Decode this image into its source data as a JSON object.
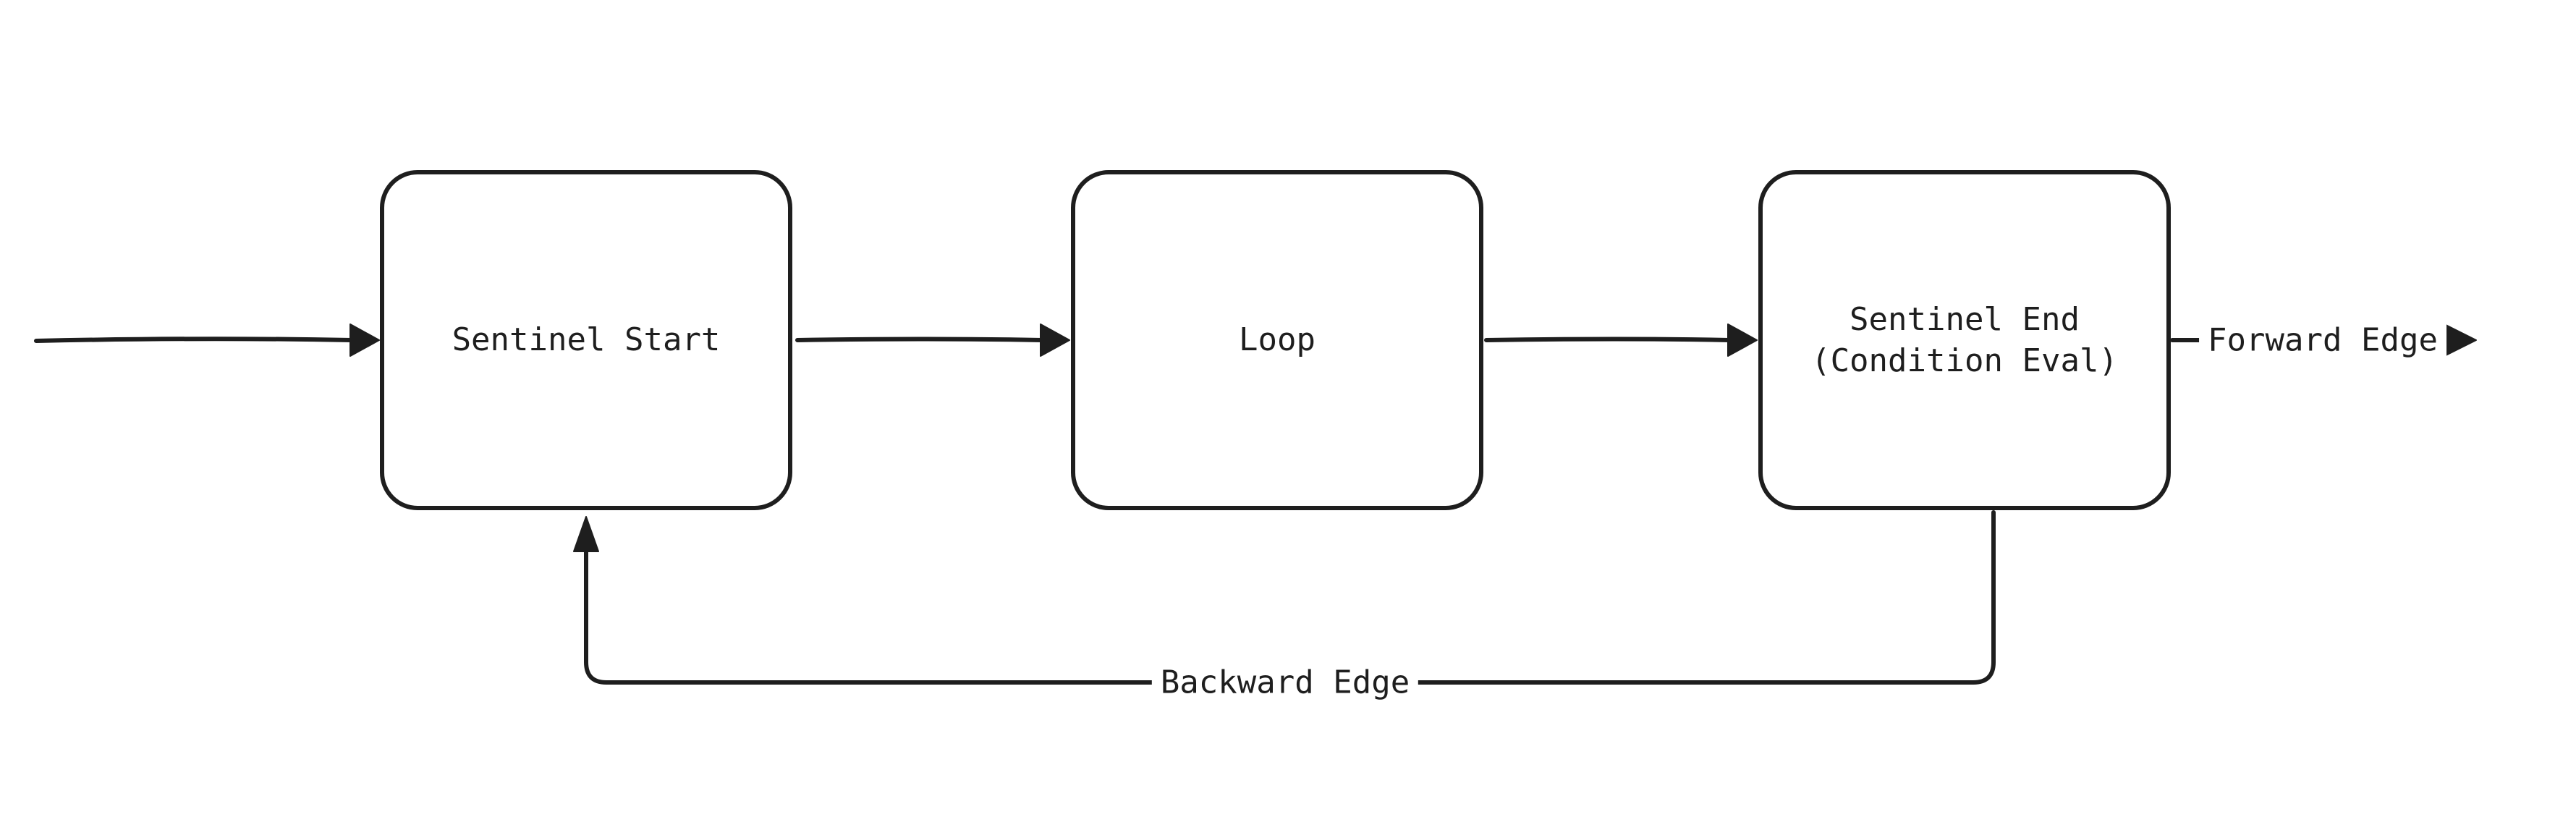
{
  "diagram": {
    "background_color": "#ffffff",
    "stroke_color": "#1e1e1e",
    "nodes": {
      "sentinel_start": {
        "label": "Sentinel Start"
      },
      "loop": {
        "label": "Loop"
      },
      "sentinel_end": {
        "label": "Sentinel End\n(Condition Eval)"
      }
    },
    "edges": {
      "forward": {
        "label": "Forward Edge"
      },
      "backward": {
        "label": "Backward Edge"
      }
    }
  }
}
